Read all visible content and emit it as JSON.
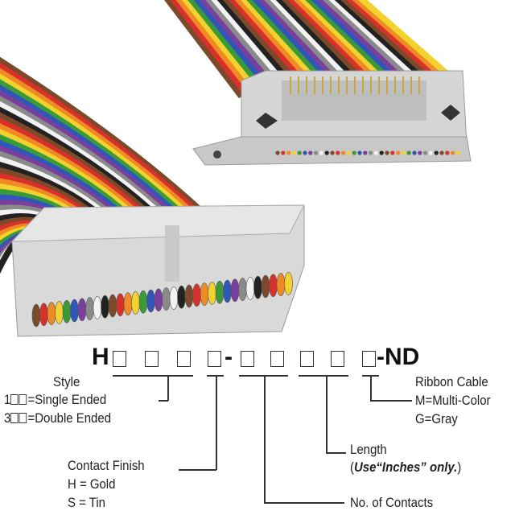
{
  "part_number": {
    "prefix": "H",
    "dash": "-",
    "suffix": "-ND"
  },
  "style": {
    "title": "Style",
    "opt1_digit": "1",
    "opt1_text": "=Single Ended",
    "opt3_digit": "3",
    "opt3_text": "=Double Ended"
  },
  "contact_finish": {
    "title": "Contact Finish",
    "gold": "H = Gold",
    "tin": "S = Tin"
  },
  "length": {
    "title": "Length",
    "note_open": "(",
    "note": "Use“Inches” only.",
    "note_close": ")"
  },
  "contacts": {
    "title": "No. of Contacts"
  },
  "ribbon": {
    "title": "Ribbon Cable",
    "multi": "M=Multi-Color",
    "gray": "G=Gray"
  },
  "wire_colors": [
    "#7a4a2a",
    "#d8312b",
    "#f08a24",
    "#f2d22c",
    "#3a9a3a",
    "#2f56b8",
    "#7a3f9c",
    "#8a8a8a",
    "#f2f2f2",
    "#222222"
  ]
}
